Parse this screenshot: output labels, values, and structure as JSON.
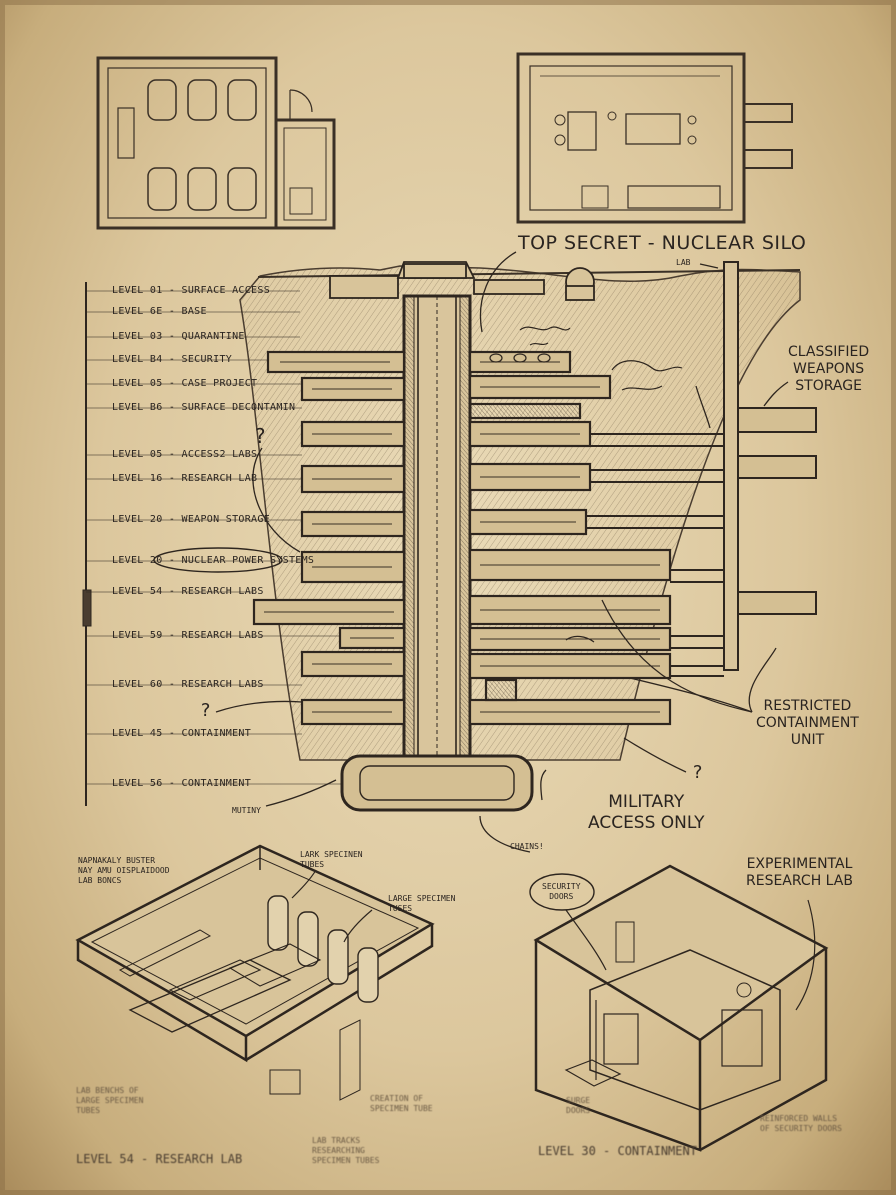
{
  "title": "TOP SECRET - NUCLEAR SILO",
  "levels": [
    "LEVEL 01 - SURFACE ACCESS",
    "LEVEL 6E - BASE",
    "LEVEL 03 - QUARANTINE",
    "LEVEL B4 - SECURITY",
    "LEVEL 05 - CASE PROJECT",
    "LEVEL B6 - SURFACE DECONTAMIN",
    "LEVEL 05 - ACCESS2 LABS",
    "LEVEL 16 - RESEARCH LAB",
    "LEVEL 20 - WEAPON STORAGE",
    "LEVEL 20 - NUCLEAR POWER SYSTEMS",
    "LEVEL 54 - RESEARCH LABS",
    "LEVEL 59 - RESEARCH LABS",
    "LEVEL 60 - RESEARCH LABS",
    "LEVEL 45 - CONTAINMENT",
    "LEVEL 56 - CONTAINMENT"
  ],
  "callouts": {
    "lab": "LAB",
    "classified": "CLASSIFIED\nWEAPONS\nSTORAGE",
    "restricted": "RESTRICTED\nCONTAINMENT\nUNIT",
    "military": "MILITARY\nACCESS ONLY",
    "mutiny": "MUTINY",
    "chains": "CHAINS!",
    "q1": "?",
    "q2": "?",
    "q3": "?"
  },
  "bottom_left": {
    "note1": "NAPNAKALY BUSTER\nNAY AMU OISPLAIDOOD\nLAB BONCS",
    "note2": "LARK SPECINEN\nTUBES",
    "note3": "LARGE SPECIMEN\nTUSES",
    "footnote1": "LAB BENCHS OF\nLARGE SPECIMEN\nTUBES",
    "footnote2": "CREATION OF\nSPECIMEN TUBE",
    "footnote3": "LAB TRACKS\nRESEARCHING\nSPECIMEN TUBES",
    "caption": "LEVEL 54 - RESEARCH LAB"
  },
  "bottom_right": {
    "title": "EXPERIMENTAL\nRESEARCH LAB",
    "security": "SECURITY\nDOORS",
    "footnote1": "SURGE\nDOORS",
    "footnote2": "REINFORCED WALLS\nOF SECURITY DOORS",
    "caption": "LEVEL 30 - CONTAINMENT"
  }
}
